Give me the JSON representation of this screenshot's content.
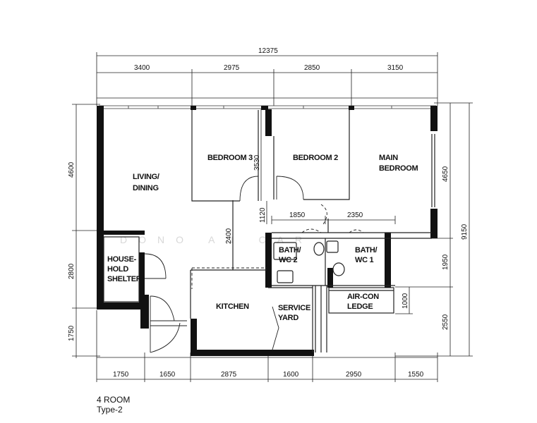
{
  "dimensions": {
    "overall_width": "12375",
    "top": [
      "3400",
      "2975",
      "2850",
      "3150"
    ],
    "bottom": [
      "1750",
      "1650",
      "2875",
      "1600",
      "2950",
      "1550"
    ],
    "left": [
      "4600",
      "2800",
      "1750"
    ],
    "right_inner": [
      "4650",
      "1950",
      "2550"
    ],
    "right_overall": "9150",
    "interior": {
      "bedroom3_depth": "3530",
      "corridor_width": "1120",
      "bath_width_2": "1850",
      "bath_width_1": "2350",
      "kitchen_link": "2400",
      "aircon_depth": "1000"
    }
  },
  "rooms": {
    "living_line1": "LIVING/",
    "living_line2": "DINING",
    "bedroom3": "BEDROOM 3",
    "bedroom2": "BEDROOM 2",
    "main_line1": "MAIN",
    "main_line2": "BEDROOM",
    "shelter_line1": "HOUSE-",
    "shelter_line2": "HOLD",
    "shelter_line3": "SHELTER",
    "bath2_line1": "BATH/",
    "bath2_line2": "WC 2",
    "bath1_line1": "BATH/",
    "bath1_line2": "WC 1",
    "kitchen": "KITCHEN",
    "service_line1": "SERVICE",
    "service_line2": "YARD",
    "aircon_line1": "AIR-CON",
    "aircon_line2": "LEDGE"
  },
  "watermark": "DONO AN CAR",
  "caption": {
    "line1": "4 ROOM",
    "line2": "Type-2"
  }
}
